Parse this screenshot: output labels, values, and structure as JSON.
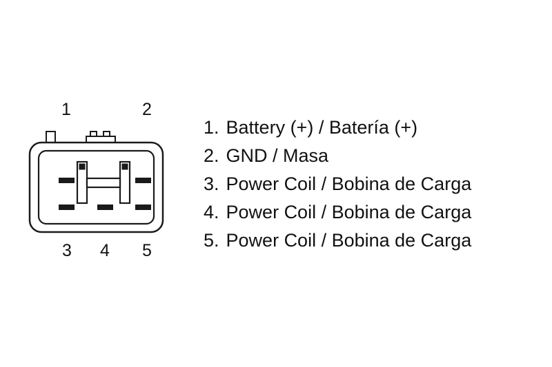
{
  "diagram": {
    "type": "connector-pinout",
    "connector": {
      "pin_labels": [
        "1",
        "2",
        "3",
        "4",
        "5"
      ]
    },
    "legend": {
      "rows": [
        {
          "num": "1.",
          "label": "Battery (+) / Batería (+)"
        },
        {
          "num": "2.",
          "label": "GND / Masa"
        },
        {
          "num": "3.",
          "label": "Power Coil / Bobina de Carga"
        },
        {
          "num": "4.",
          "label": "Power Coil / Bobina de Carga"
        },
        {
          "num": "5.",
          "label": "Power Coil / Bobina de Carga"
        }
      ]
    },
    "colors": {
      "line": "#1a1a1a",
      "background": "#ffffff",
      "text": "#111111"
    }
  }
}
